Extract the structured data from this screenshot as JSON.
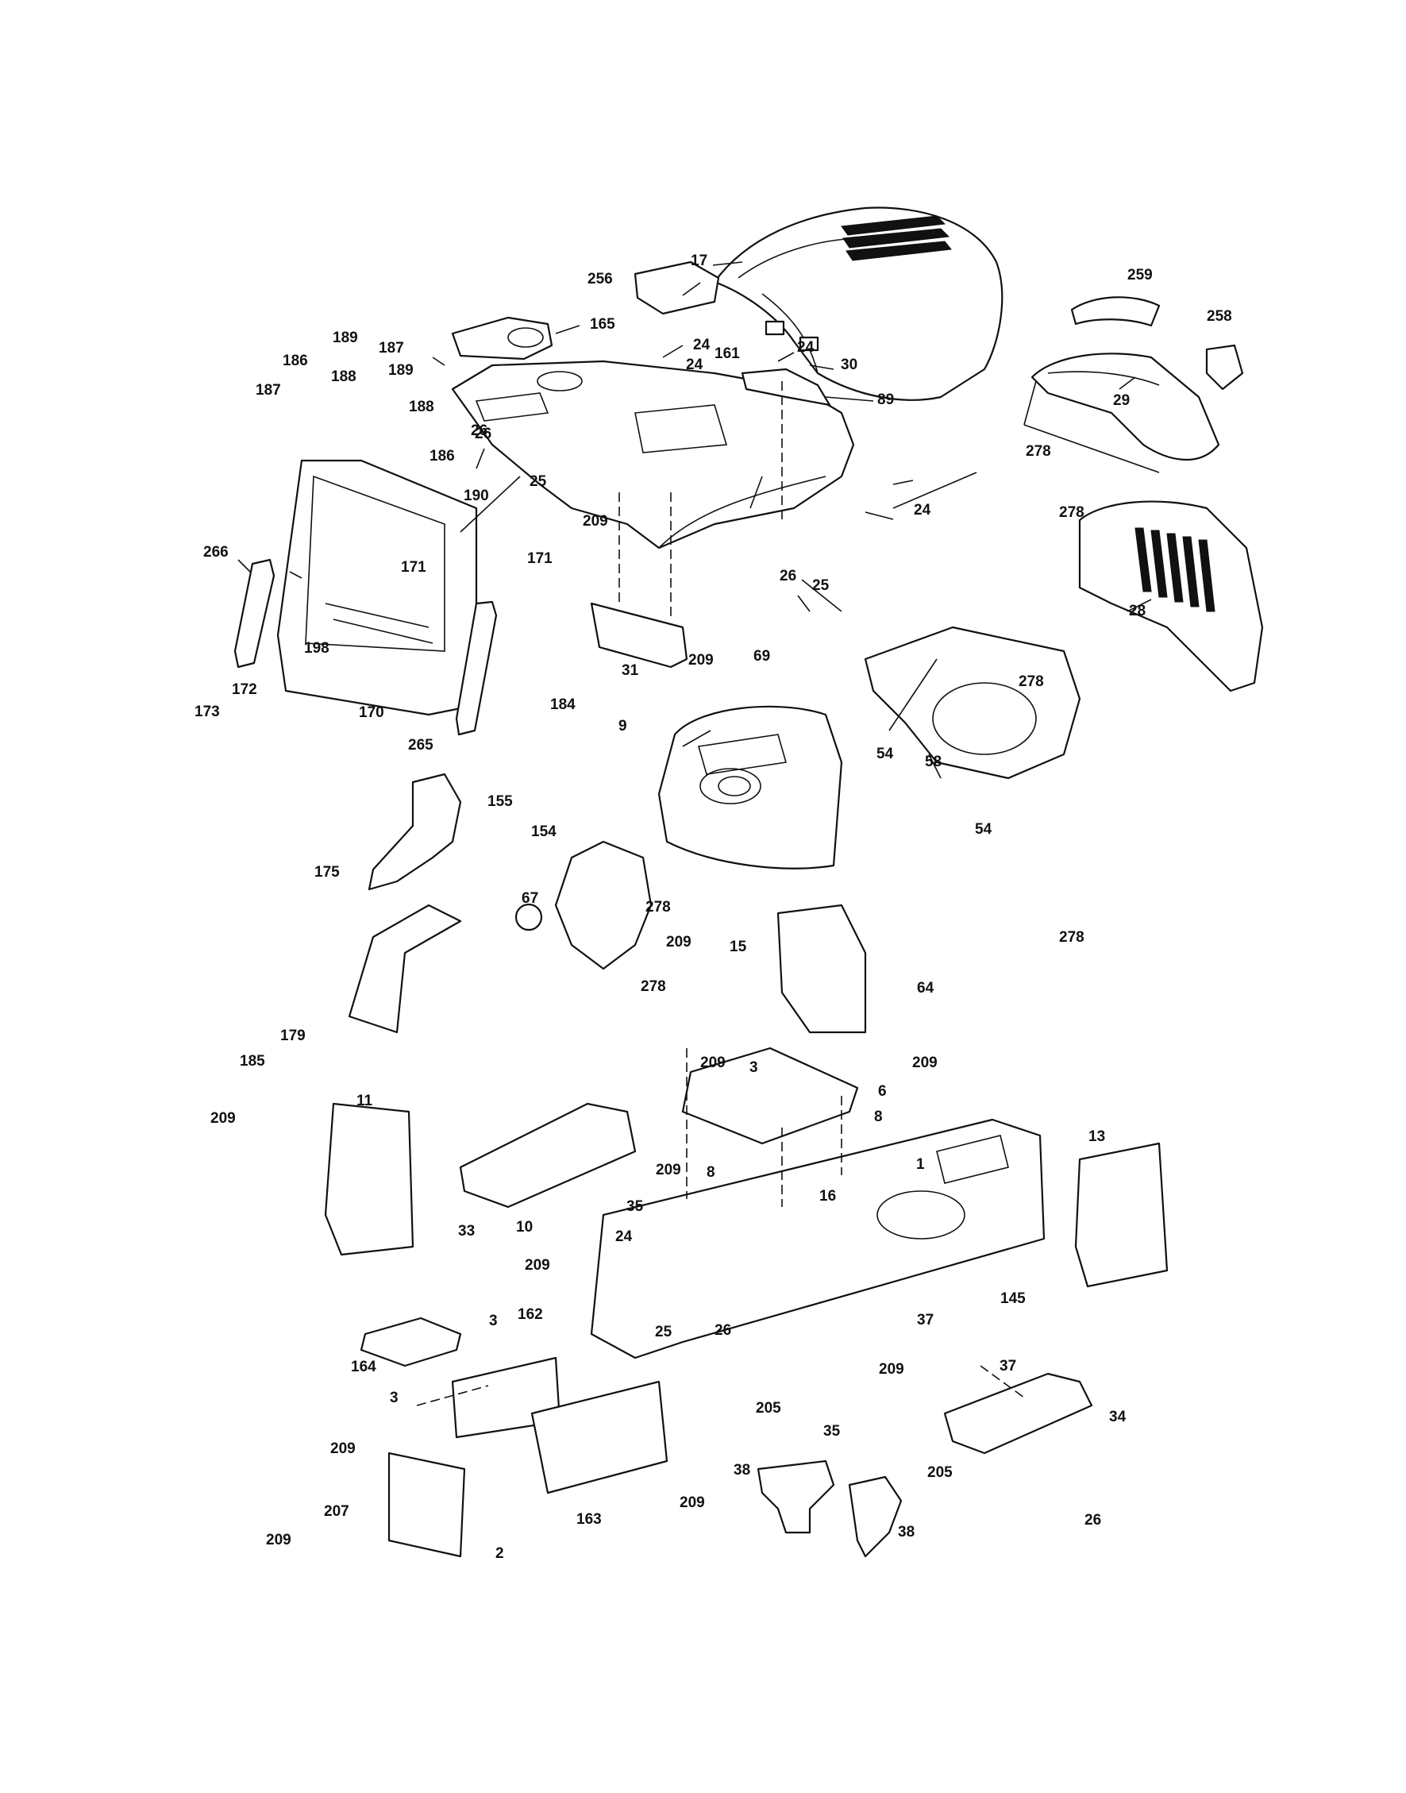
{
  "diagram": {
    "callouts": [
      "1",
      "2",
      "3",
      "3",
      "3",
      "6",
      "8",
      "8",
      "9",
      "10",
      "11",
      "13",
      "15",
      "16",
      "17",
      "24",
      "24",
      "24",
      "24",
      "24",
      "25",
      "25",
      "25",
      "26",
      "26",
      "26",
      "26",
      "26",
      "28",
      "29",
      "30",
      "31",
      "33",
      "34",
      "35",
      "35",
      "37",
      "37",
      "38",
      "38",
      "54",
      "54",
      "58",
      "64",
      "67",
      "69",
      "89",
      "145",
      "154",
      "155",
      "161",
      "162",
      "163",
      "164",
      "165",
      "170",
      "171",
      "171",
      "172",
      "173",
      "175",
      "179",
      "184",
      "185",
      "186",
      "186",
      "187",
      "187",
      "188",
      "188",
      "189",
      "189",
      "190",
      "198",
      "205",
      "205",
      "207",
      "209",
      "209",
      "209",
      "209",
      "209",
      "209",
      "209",
      "209",
      "209",
      "209",
      "209",
      "209",
      "256",
      "258",
      "259",
      "265",
      "266",
      "278",
      "278",
      "278",
      "278",
      "278",
      "278"
    ]
  }
}
